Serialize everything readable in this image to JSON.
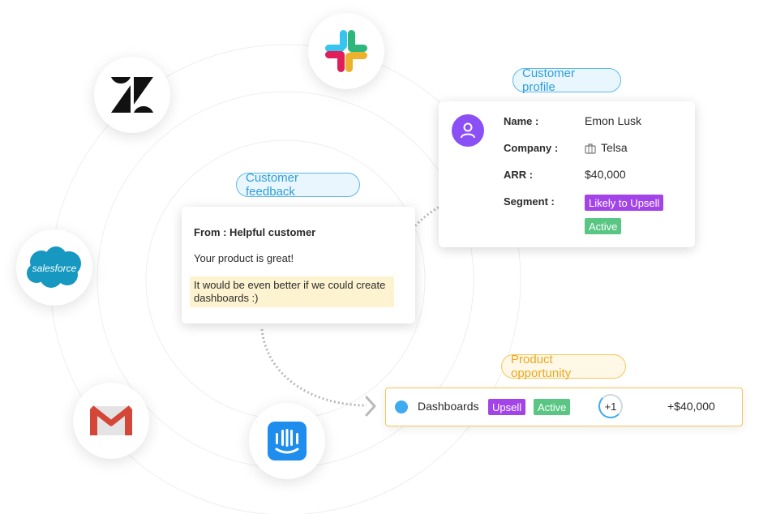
{
  "colors": {
    "slack_blue": "#36c5f0",
    "slack_green": "#2eb67d",
    "slack_red": "#e01e5a",
    "slack_yellow": "#ecb22e",
    "salesforce": "#1798c1",
    "gmail_red": "#d44638",
    "intercom": "#1f8ded",
    "avatar": "#8a4ff5",
    "purple_tag": "#a344e8",
    "green_tag": "#59c684"
  },
  "integrations": {
    "zendesk": "zendesk-icon",
    "slack": "slack-icon",
    "salesforce": "salesforce-icon",
    "salesforce_text": "salesforce",
    "gmail": "gmail-icon",
    "intercom": "intercom-icon"
  },
  "profile": {
    "title": "Customer profile",
    "name_label": "Name :",
    "name_value": "Emon Lusk",
    "company_label": "Company :",
    "company_value": "Telsa",
    "arr_label": "ARR :",
    "arr_value": "$40,000",
    "segment_label": "Segment :",
    "segments": [
      "Likely to Upsell",
      "Active"
    ]
  },
  "feedback": {
    "title": "Customer feedback",
    "from": "From : Helpful customer",
    "line1": "Your product is great!",
    "highlight": "It would be even better if we could create dashboards :)"
  },
  "opportunity": {
    "title": "Product opportunity",
    "name": "Dashboards",
    "tags": [
      "Upsell",
      "Active"
    ],
    "count": "+1",
    "amount": "+$40,000"
  }
}
